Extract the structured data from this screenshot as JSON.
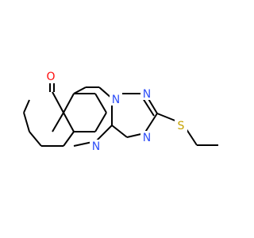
{
  "molecule": {
    "atoms": {
      "oxygen": {
        "symbol": "O",
        "color": "#ff0d0d"
      },
      "n1": {
        "symbol": "N",
        "color": "#3050f8"
      },
      "n2": {
        "symbol": "N",
        "color": "#3050f8"
      },
      "n3": {
        "symbol": "N",
        "color": "#3050f8"
      },
      "n4": {
        "symbol": "N",
        "color": "#3050f8"
      },
      "sulfur": {
        "symbol": "S",
        "color": "#c6a200"
      }
    },
    "bond_color": "#000000"
  }
}
